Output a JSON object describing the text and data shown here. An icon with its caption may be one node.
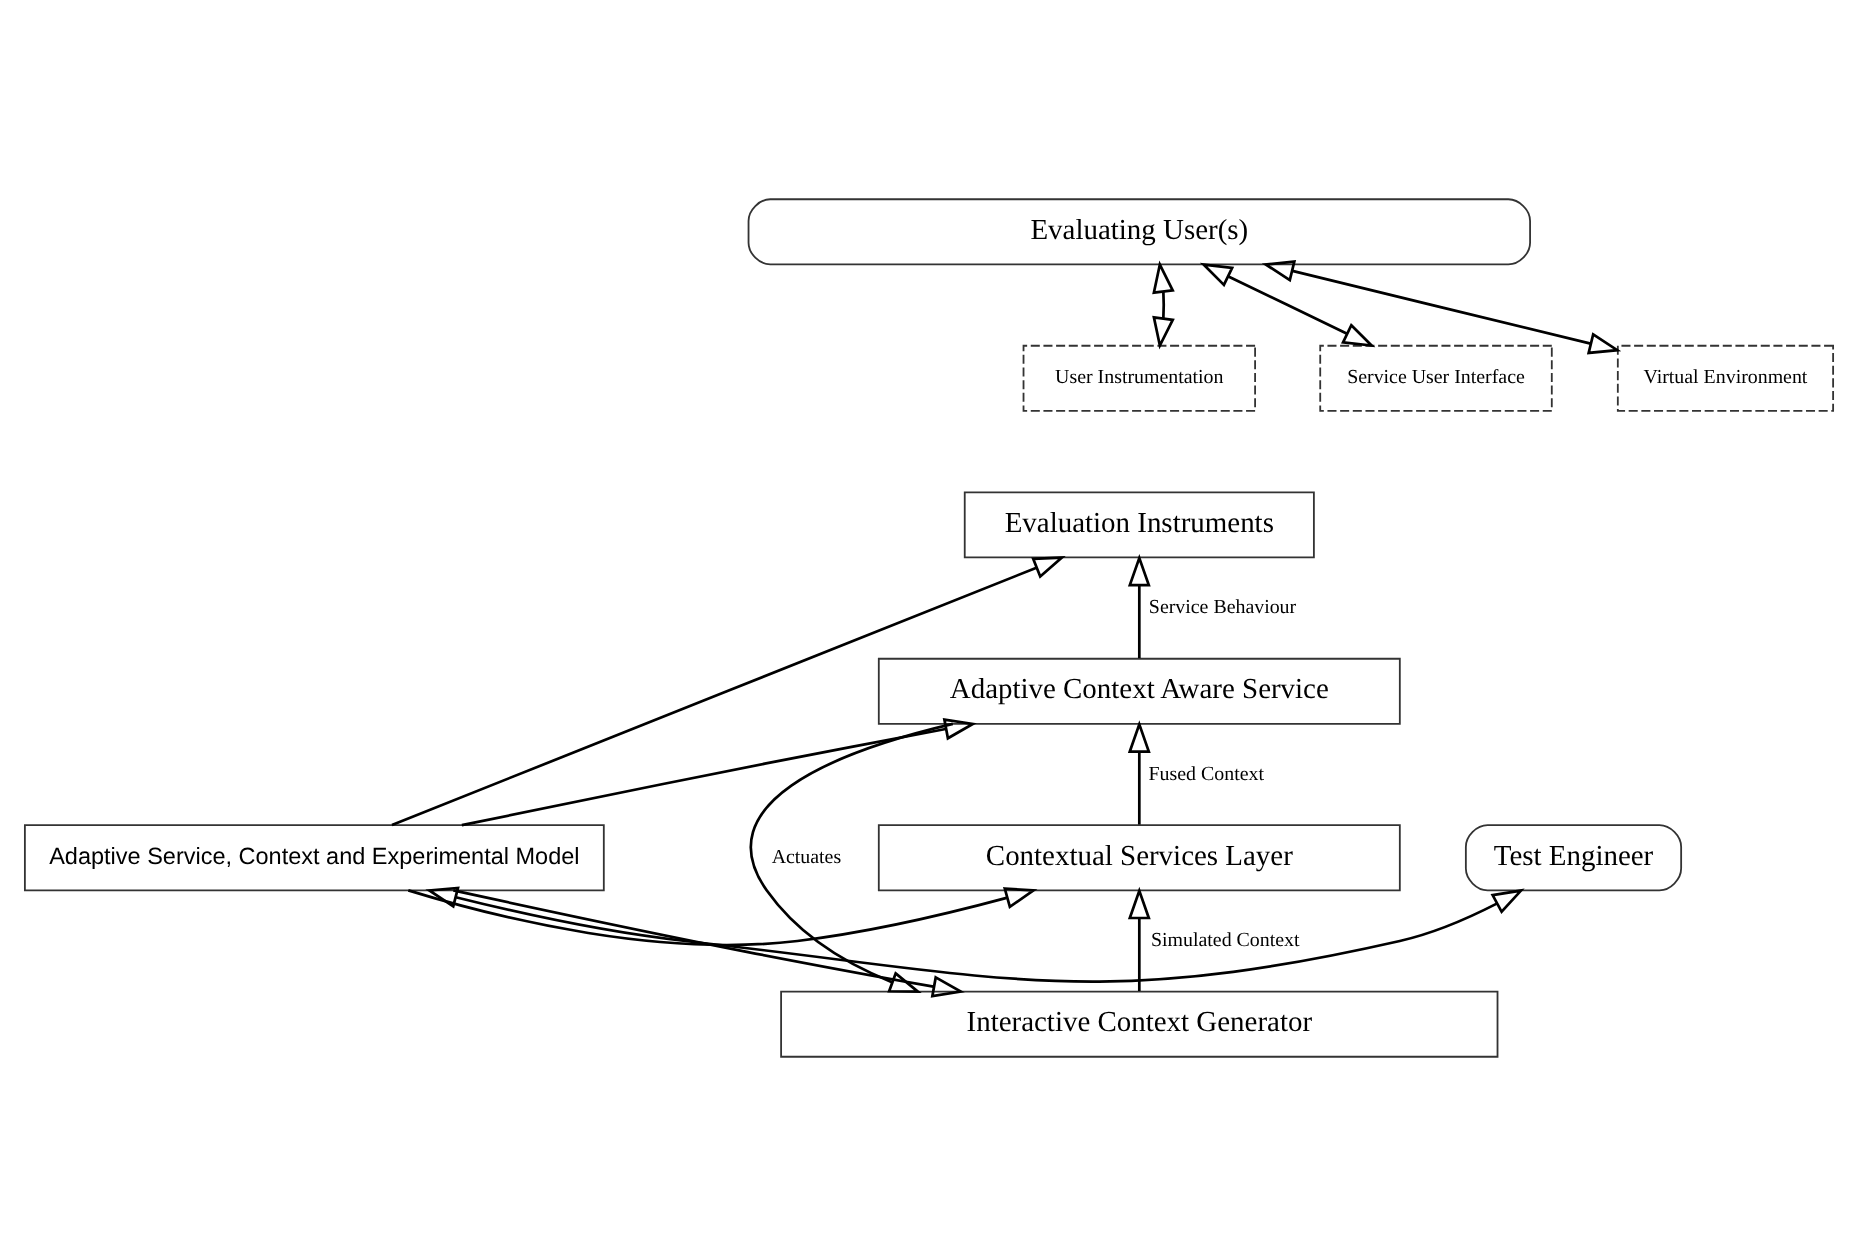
{
  "diagram": {
    "nodes": [
      {
        "text": [
          "Evaluating User(s)"
        ]
      },
      {
        "text": [
          "User Instrumentation"
        ]
      },
      {
        "text": [
          "Service User Interface"
        ]
      },
      {
        "text": [
          "Virtual Environment"
        ]
      },
      {
        "text": [
          "Test Engineer"
        ]
      },
      {
        "text": [
          "Adaptive Service, Context and Experimental Model"
        ]
      },
      {
        "text": [
          "Evaluation Instruments"
        ]
      },
      {
        "text": [
          "Adaptive Context Aware Service"
        ]
      },
      {
        "text": [
          "Contextual Services Layer"
        ]
      },
      {
        "text": [
          "Interactive Context Generator"
        ]
      }
    ],
    "edges": [
      {
        "from": 0,
        "to": 1,
        "arrow": "both"
      },
      {
        "from": 0,
        "to": 2,
        "arrow": "both"
      },
      {
        "from": 0,
        "to": 3,
        "arrow": "both"
      },
      {
        "from": 4,
        "to": 5,
        "arrow": "both"
      },
      {
        "from": 5,
        "to": 6,
        "arrow": "to"
      },
      {
        "from": 5,
        "to": 7,
        "arrow": "to"
      },
      {
        "from": 5,
        "to": 8,
        "arrow": "to"
      },
      {
        "from": 5,
        "to": 9,
        "arrow": "to"
      },
      {
        "from": 7,
        "to": 6,
        "arrow": "to",
        "label": "Service Behaviour"
      },
      {
        "from": 8,
        "to": 7,
        "arrow": "to",
        "label": "Fused Context"
      },
      {
        "from": 7,
        "to": 9,
        "arrow": "to",
        "label": "Actuates"
      },
      {
        "from": 9,
        "to": 8,
        "arrow": "to",
        "label": "Simulated Context"
      }
    ]
  }
}
